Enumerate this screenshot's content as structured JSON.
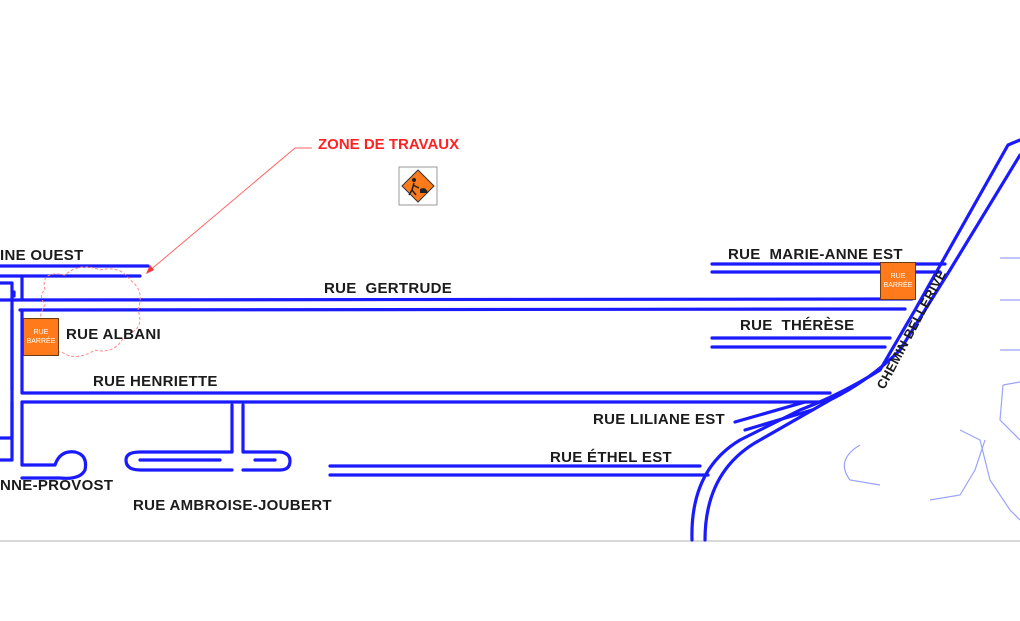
{
  "zone_label": "ZONE DE TRAVAUX",
  "work_sign_icon": "workers-ahead-sign-icon",
  "streets": {
    "ouest": "INE OUEST",
    "gertrude": "RUE  GERTRUDE",
    "albani": "RUE ALBANI",
    "henriette": "RUE HENRIETTE",
    "provost": "NNE-PROVOST",
    "ambroise": "RUE AMBROISE-JOUBERT",
    "marie_anne": "RUE  MARIE-ANNE EST",
    "therese": "RUE  THÉRÈSE",
    "liliane": "RUE LILIANE EST",
    "ethel": "RUE ÉTHEL EST",
    "bellerive": "CHEMIN BELLERIVE"
  },
  "closed_signs": [
    {
      "line1": "RUE",
      "line2": "BARRÉE"
    },
    {
      "line1": "RUE",
      "line2": "BARRÉE"
    }
  ],
  "colors": {
    "road": "#1a1aff",
    "zone_text": "#ff2222",
    "zone_outline": "#ff6666",
    "closed_sign": "#ff7a1a",
    "work_sign": "#ff7a1a"
  }
}
